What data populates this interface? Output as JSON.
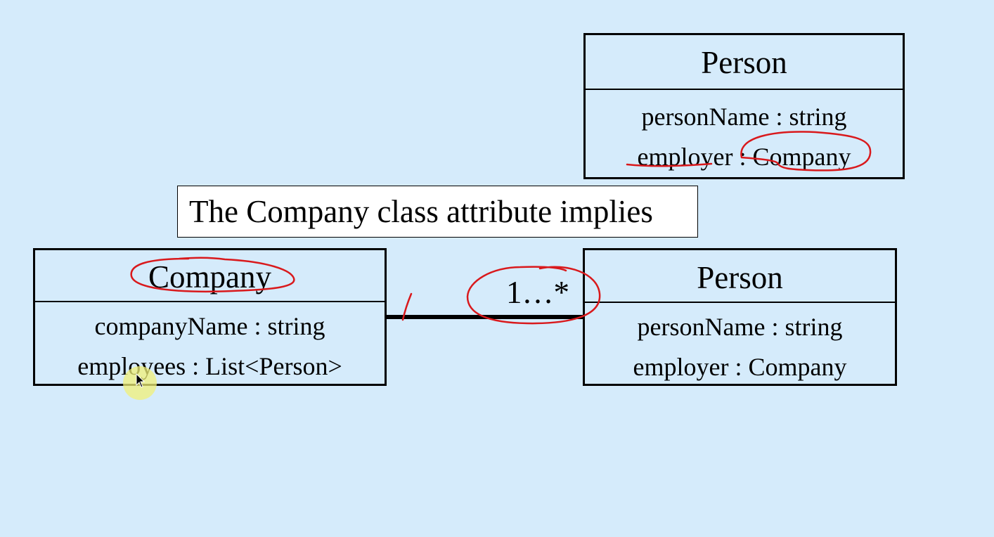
{
  "diagram": {
    "caption": "The Company class attribute implies",
    "multiplicity": "1…*",
    "person_top": {
      "name": "Person",
      "attributes": [
        "personName : string",
        "employer : Company"
      ]
    },
    "company": {
      "name": "Company",
      "attributes": [
        "companyName : string",
        "employees : List<Person>"
      ]
    },
    "person_bottom": {
      "name": "Person",
      "attributes": [
        "personName : string",
        "employer : Company"
      ]
    }
  },
  "colors": {
    "background": "#d5ebfb",
    "annotation_ink": "#d9191c",
    "cursor_highlight": "#f0f078"
  }
}
